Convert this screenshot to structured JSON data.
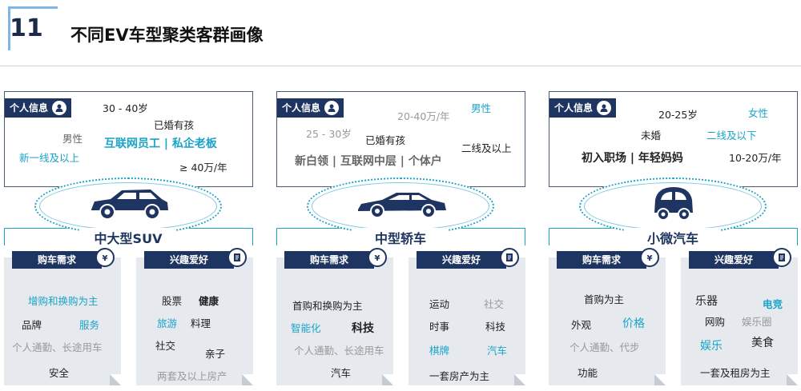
{
  "header": {
    "number": "11",
    "title": "不同EV车型聚类客群画像"
  },
  "segments": [
    {
      "profile_tag": "个人信息",
      "profile_words": [
        "30 - 40岁",
        "已婚有孩",
        "男性",
        "互联网员工 | 私企老板",
        "新一线及以上",
        "≥ 40万/年"
      ],
      "vehicle": "中大型SUV",
      "needs_tag": "购车需求",
      "needs": [
        "增购和换购为主",
        "品牌",
        "服务",
        "个人通勤、长途用车",
        "安全"
      ],
      "hobby_tag": "兴趣爱好",
      "hobbies": [
        "股票",
        "健康",
        "旅游",
        "料理",
        "社交",
        "亲子",
        "两套及以上房产"
      ]
    },
    {
      "profile_tag": "个人信息",
      "profile_words": [
        "20-40万/年",
        "男性",
        "25 - 30岁",
        "已婚有孩",
        "二线及以上",
        "新白领 | 互联网中层 | 个体户"
      ],
      "vehicle": "中型轿车",
      "needs_tag": "购车需求",
      "needs": [
        "首购和换购为主",
        "智能化",
        "科技",
        "个人通勤、长途用车",
        "汽车"
      ],
      "hobby_tag": "兴趣爱好",
      "hobbies": [
        "运动",
        "社交",
        "时事",
        "科技",
        "棋牌",
        "汽车",
        "一套房产为主"
      ]
    },
    {
      "profile_tag": "个人信息",
      "profile_words": [
        "20-25岁",
        "女性",
        "未婚",
        "二线及以下",
        "初入职场 | 年轻妈妈",
        "10-20万/年"
      ],
      "vehicle": "小微汽车",
      "needs_tag": "购车需求",
      "needs": [
        "首购为主",
        "外观",
        "价格",
        "个人通勤、代步",
        "功能"
      ],
      "hobby_tag": "兴趣爱好",
      "hobbies": [
        "乐器",
        "电竞",
        "网购",
        "娱乐圈",
        "娱乐",
        "美食",
        "一套及租房为主"
      ]
    }
  ]
}
